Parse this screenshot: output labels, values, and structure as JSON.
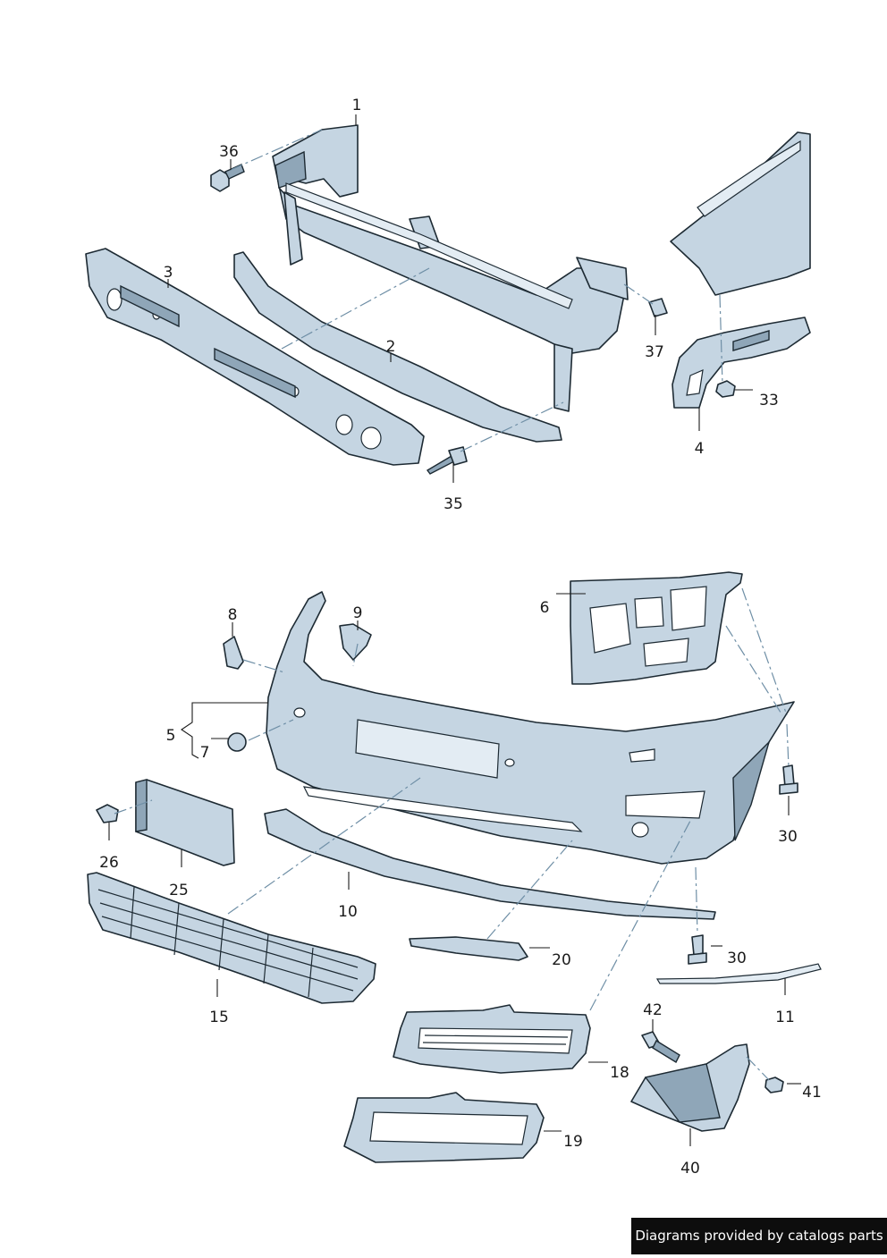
{
  "diagram": {
    "callouts": [
      {
        "id": "c1",
        "label": "1"
      },
      {
        "id": "c36",
        "label": "36"
      },
      {
        "id": "c3",
        "label": "3"
      },
      {
        "id": "c2",
        "label": "2"
      },
      {
        "id": "c37",
        "label": "37"
      },
      {
        "id": "c33",
        "label": "33"
      },
      {
        "id": "c4",
        "label": "4"
      },
      {
        "id": "c35",
        "label": "35"
      },
      {
        "id": "c6",
        "label": "6"
      },
      {
        "id": "c8",
        "label": "8"
      },
      {
        "id": "c9",
        "label": "9"
      },
      {
        "id": "c5",
        "label": "5"
      },
      {
        "id": "c7",
        "label": "7"
      },
      {
        "id": "c30a",
        "label": "30"
      },
      {
        "id": "c26",
        "label": "26"
      },
      {
        "id": "c25",
        "label": "25"
      },
      {
        "id": "c10",
        "label": "10"
      },
      {
        "id": "c30b",
        "label": "30"
      },
      {
        "id": "c20",
        "label": "20"
      },
      {
        "id": "c15",
        "label": "15"
      },
      {
        "id": "c11",
        "label": "11"
      },
      {
        "id": "c42",
        "label": "42"
      },
      {
        "id": "c18",
        "label": "18"
      },
      {
        "id": "c41",
        "label": "41"
      },
      {
        "id": "c19",
        "label": "19"
      },
      {
        "id": "c40",
        "label": "40"
      }
    ]
  },
  "footer": {
    "credit": "Diagrams provided by catalogs parts"
  },
  "colors": {
    "part_fill": "#c5d5e2",
    "outline": "#1d2a33",
    "dash_line": "#6f8fa6",
    "credit_bg": "#0d0d0d"
  }
}
